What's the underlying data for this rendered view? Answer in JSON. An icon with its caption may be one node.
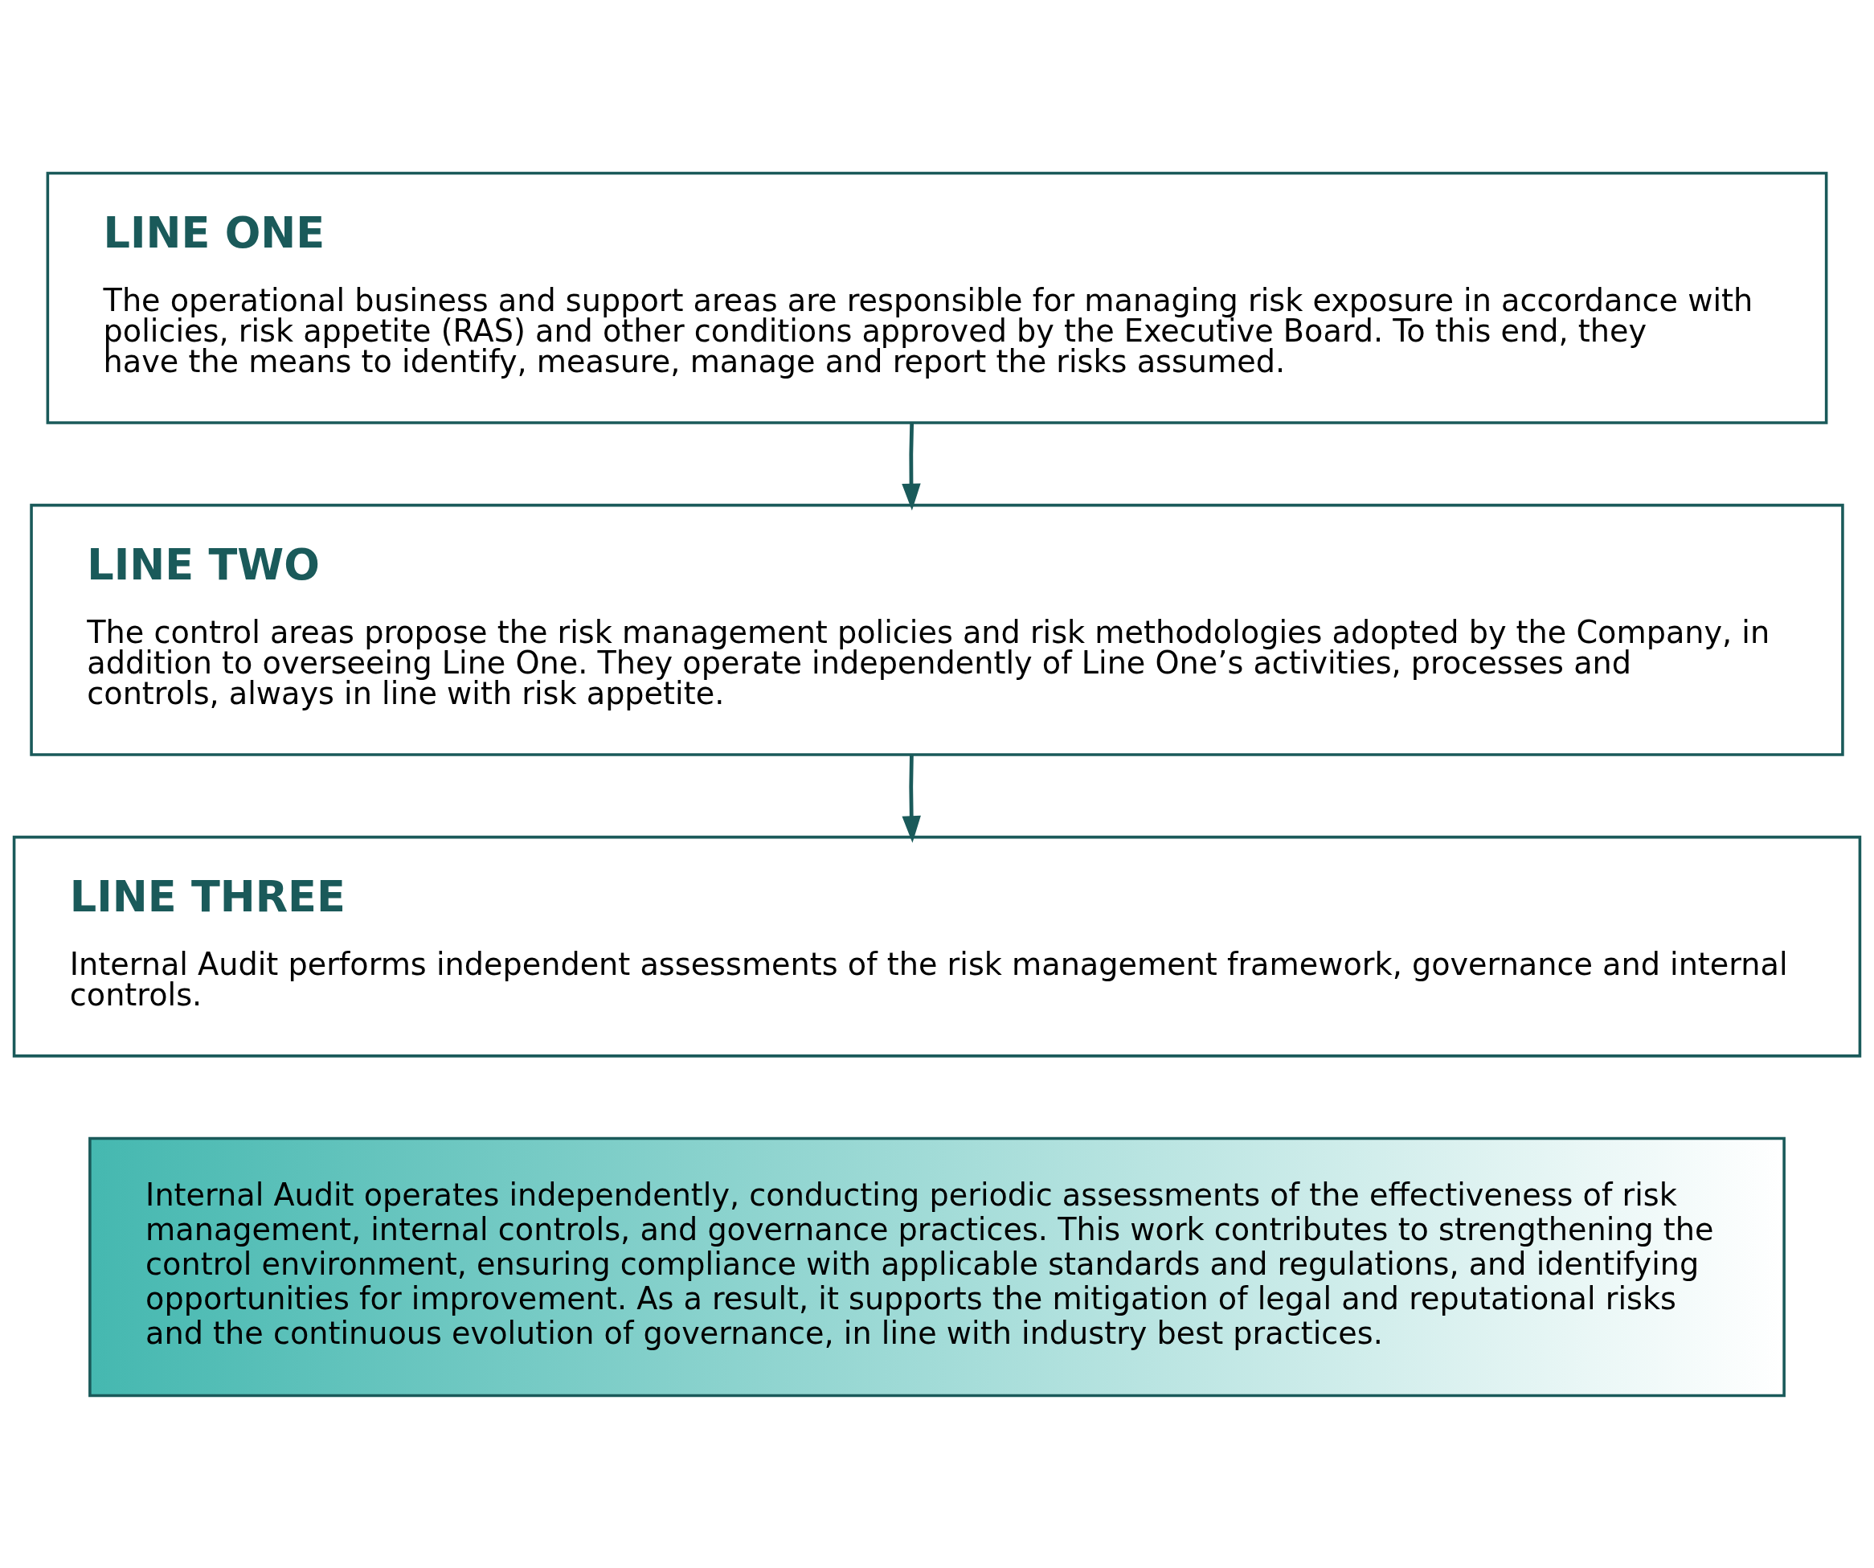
{
  "diagram": {
    "nodes": [
      {
        "text": [
          "LINE ONE",
          "The operational business and support areas are responsible for managing risk exposure in accordance with policies, risk appetite (RAS) and other conditions approved by the Executive Board. To this end, they have the means to identify, measure, manage and report the risks assumed."
        ]
      },
      {
        "text": [
          "LINE TWO",
          "The control areas propose the risk management policies and risk methodologies adopted by the Company, in addition to overseeing Line One. They operate independently of Line One’s activities, processes and controls, always in line with risk appetite."
        ]
      },
      {
        "text": [
          "LINE THREE",
          "Internal Audit performs independent assessments of the risk management framework, governance and internal controls."
        ]
      },
      {
        "text": [
          "Internal Audit operates independently, conducting periodic assessments of the effectiveness of risk management, internal controls, and governance practices. This work contributes to strengthening the control environment, ensuring compliance with applicable standards and regulations, and identifying opportunities for improvement. As a result, it supports the mitigation of legal and reputational risks and the continuous evolution of governance, in line with industry best practices."
        ]
      }
    ],
    "edges": [
      {
        "from": 0,
        "to": 1,
        "arrow": "to"
      },
      {
        "from": 1,
        "to": 2,
        "arrow": "to"
      }
    ]
  }
}
